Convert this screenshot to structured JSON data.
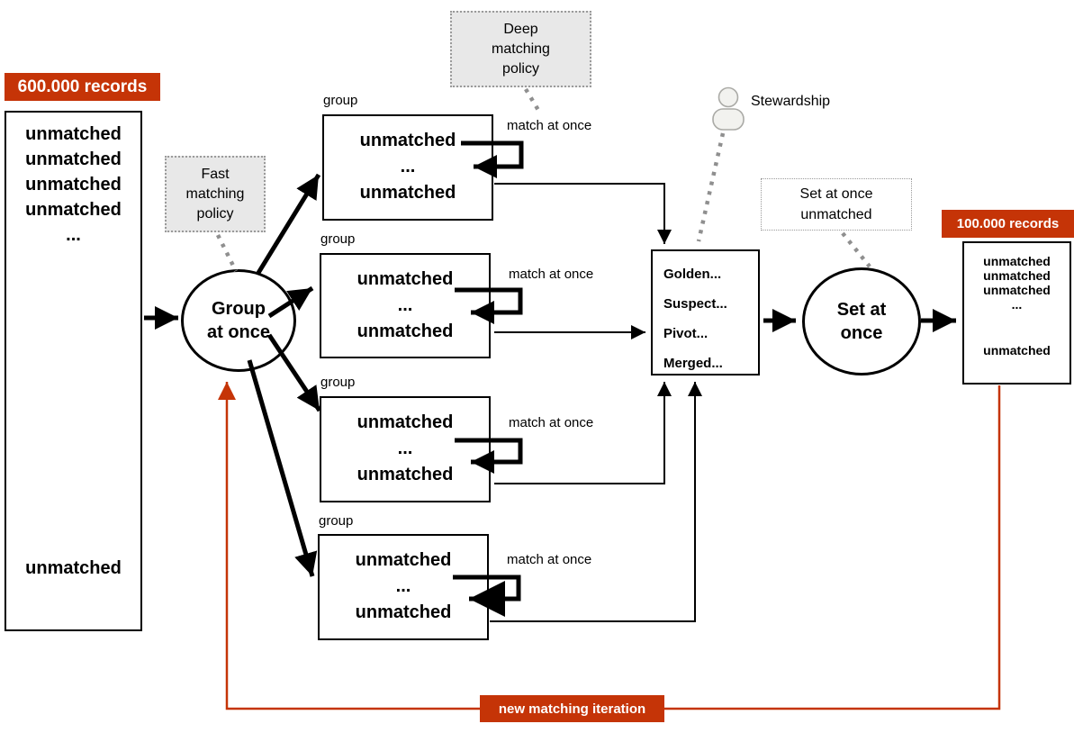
{
  "colors": {
    "accent": "#c53407",
    "policy_fill": "#e8e8e8",
    "line": "#000000",
    "dotted": "#8f8f8f"
  },
  "input_badge": "600.000 records",
  "source_box": {
    "rows": [
      "unmatched",
      "unmatched",
      "unmatched",
      "unmatched",
      "..."
    ],
    "bottom_row": "unmatched"
  },
  "fast_policy": {
    "lines": [
      "Fast",
      "matching",
      "policy"
    ]
  },
  "deep_policy": {
    "lines": [
      "Deep",
      "matching",
      "policy"
    ]
  },
  "group_node": {
    "lines": [
      "Group",
      "at once"
    ]
  },
  "groups": [
    {
      "label": "group",
      "rows": [
        "unmatched",
        "...",
        "unmatched"
      ],
      "match_label": "match at once"
    },
    {
      "label": "group",
      "rows": [
        "unmatched",
        "...",
        "unmatched"
      ],
      "match_label": "match at once"
    },
    {
      "label": "group",
      "rows": [
        "unmatched",
        "...",
        "unmatched"
      ],
      "match_label": "match at once"
    },
    {
      "label": "group",
      "rows": [
        "unmatched",
        "...",
        "unmatched"
      ],
      "match_label": "match at once"
    }
  ],
  "golden_box": {
    "rows": [
      "Golden...",
      "Suspect...",
      "Pivot...",
      "Merged..."
    ]
  },
  "stewardship": {
    "label": "Stewardship",
    "icon": "person-icon"
  },
  "set_policy": {
    "lines": [
      "Set at once",
      "unmatched"
    ]
  },
  "set_node": {
    "lines": [
      "Set at",
      "once"
    ]
  },
  "output_badge": "100.000 records",
  "result_box": {
    "rows": [
      "unmatched",
      "unmatched",
      "unmatched",
      "..."
    ],
    "bottom_row": "unmatched"
  },
  "iteration_badge": "new matching iteration"
}
